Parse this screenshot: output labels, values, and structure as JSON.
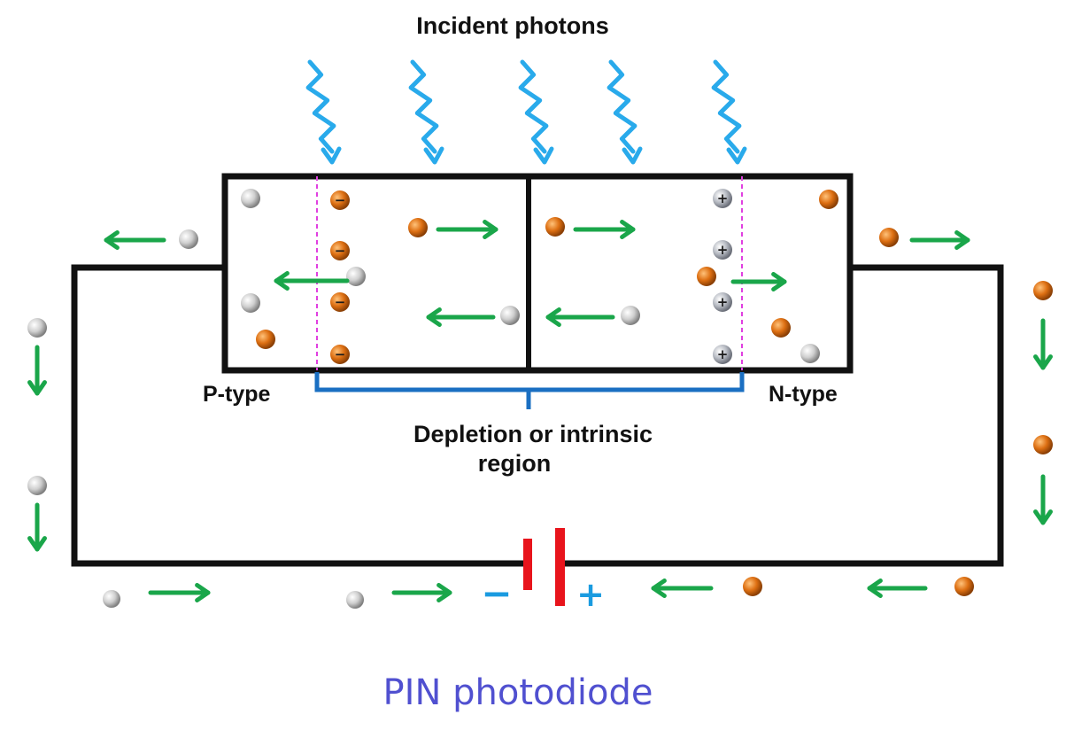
{
  "title": "Incident photons",
  "labels": {
    "p_type": "P-type",
    "n_type": "N-type",
    "depletion_line1": "Depletion or intrinsic",
    "depletion_line2": "region"
  },
  "battery": {
    "negative_sign": "−",
    "positive_sign": "+"
  },
  "caption": "PIN photodiode",
  "ion_symbols": {
    "negative": "−",
    "positive": "+"
  },
  "colors": {
    "photon": "#29aaeb",
    "arrow": "#1aa64a",
    "electron": "#d86e10",
    "hole": "#c8c8c8",
    "wire": "#111111",
    "boundary": "#e040e0",
    "bracket": "#1a6fc2",
    "battery": "#e8141c",
    "sign": "#1a9be0",
    "caption": "#5050d0"
  }
}
